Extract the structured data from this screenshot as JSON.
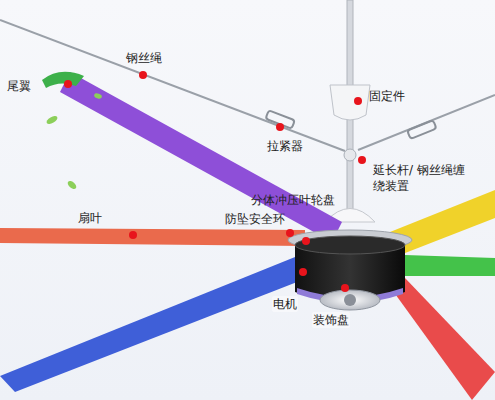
{
  "diagram": {
    "labels": [
      "钢丝绳",
      "尾翼",
      "固定件",
      "拉紧器",
      "延长杆/ 钢丝绳缠绕装置",
      "扇叶",
      "防坠安全环",
      "分体冲压叶轮盘",
      "电机",
      "装饰盘"
    ]
  }
}
